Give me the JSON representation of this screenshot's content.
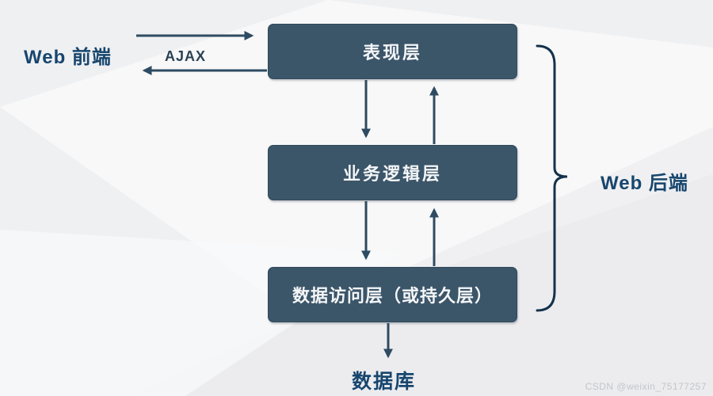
{
  "diagram": {
    "frontend_label": "Web 前端",
    "backend_label": "Web 后端",
    "ajax_label": "AJAX",
    "database_label": "数据库",
    "layers": [
      {
        "id": "presentation",
        "label": "表现层"
      },
      {
        "id": "business-logic",
        "label": "业务逻辑层"
      },
      {
        "id": "data-access",
        "label": "数据访问层（或持久层）"
      }
    ],
    "connections": [
      {
        "from": "web-frontend",
        "to": "presentation",
        "label": "AJAX",
        "bidirectional": true
      },
      {
        "from": "presentation",
        "to": "business-logic",
        "bidirectional": true
      },
      {
        "from": "business-logic",
        "to": "data-access",
        "bidirectional": true
      },
      {
        "from": "data-access",
        "to": "database",
        "bidirectional": false
      }
    ],
    "colors": {
      "background": "#eff0f2",
      "box_fill": "#3b5569",
      "box_text": "#f4f6f8",
      "label_text": "#17466e",
      "arrow": "#2e4b61",
      "brace": "#14324b"
    }
  },
  "watermark": {
    "text": "CSDN @weixin_75177257"
  }
}
